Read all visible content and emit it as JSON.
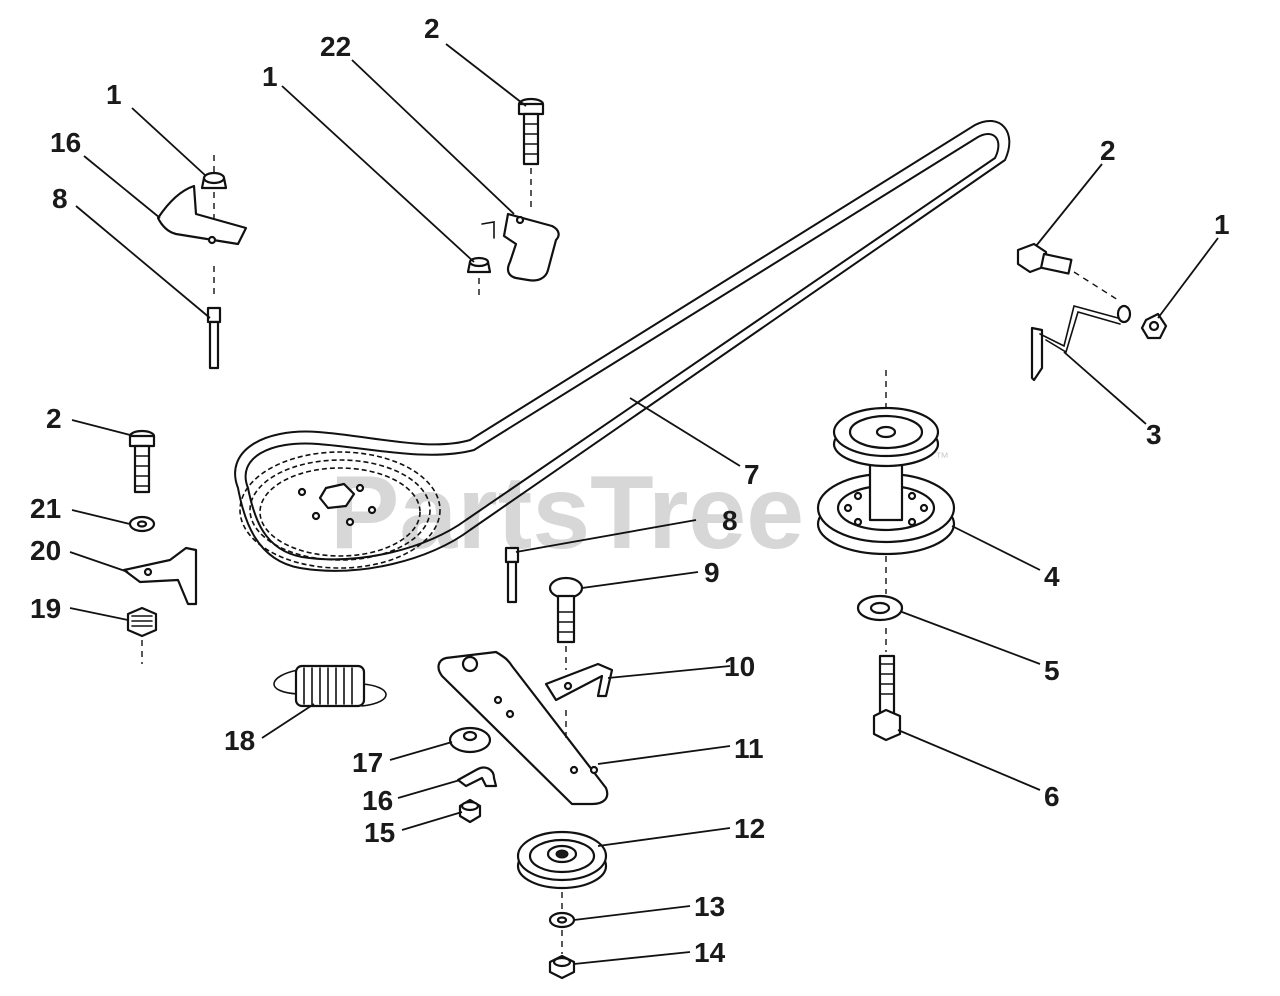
{
  "watermark": {
    "text": "PartsTree",
    "mark": "™"
  },
  "callouts": [
    {
      "id": "c1a",
      "label": "1"
    },
    {
      "id": "c16a",
      "label": "16"
    },
    {
      "id": "c8a",
      "label": "8"
    },
    {
      "id": "c1b",
      "label": "1"
    },
    {
      "id": "c22",
      "label": "22"
    },
    {
      "id": "c2a",
      "label": "2"
    },
    {
      "id": "c2b",
      "label": "2"
    },
    {
      "id": "c1c",
      "label": "1"
    },
    {
      "id": "c3",
      "label": "3"
    },
    {
      "id": "c2c",
      "label": "2"
    },
    {
      "id": "c21",
      "label": "21"
    },
    {
      "id": "c20",
      "label": "20"
    },
    {
      "id": "c19",
      "label": "19"
    },
    {
      "id": "c7",
      "label": "7"
    },
    {
      "id": "c8b",
      "label": "8"
    },
    {
      "id": "c9",
      "label": "9"
    },
    {
      "id": "c4",
      "label": "4"
    },
    {
      "id": "c10",
      "label": "10"
    },
    {
      "id": "c5",
      "label": "5"
    },
    {
      "id": "c18",
      "label": "18"
    },
    {
      "id": "c11",
      "label": "11"
    },
    {
      "id": "c17",
      "label": "17"
    },
    {
      "id": "c16b",
      "label": "16"
    },
    {
      "id": "c15",
      "label": "15"
    },
    {
      "id": "c12",
      "label": "12"
    },
    {
      "id": "c6",
      "label": "6"
    },
    {
      "id": "c13",
      "label": "13"
    },
    {
      "id": "c14",
      "label": "14"
    }
  ]
}
